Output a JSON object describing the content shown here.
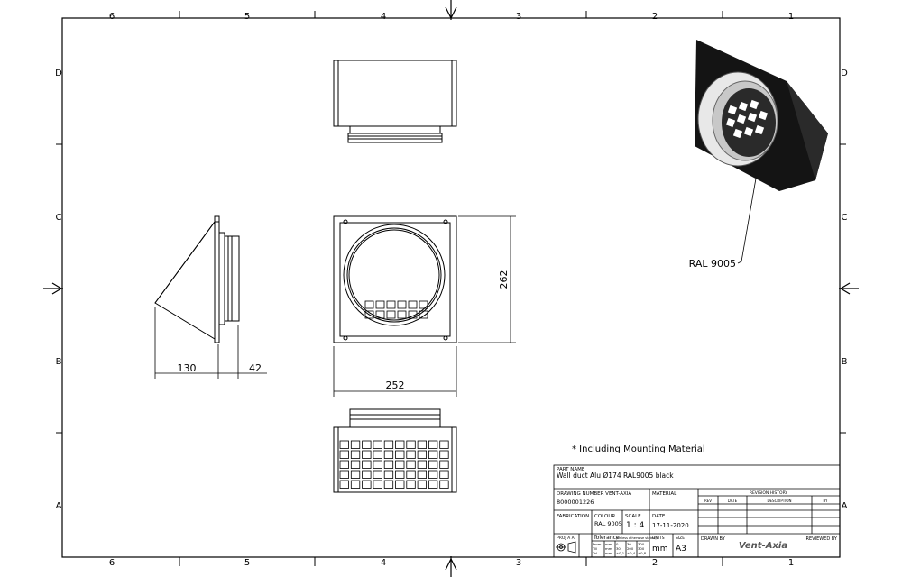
{
  "sheet": {
    "col_labels": [
      "6",
      "5",
      "4",
      "3",
      "2",
      "1"
    ],
    "row_labels": [
      "D",
      "C",
      "B",
      "A"
    ]
  },
  "dimensions": {
    "side_depth": "130",
    "side_spigot": "42",
    "front_height": "262",
    "front_width": "252"
  },
  "callout": {
    "colour": "RAL 9005"
  },
  "note": "* Including Mounting Material",
  "title_block": {
    "part_name_label": "PART NAME",
    "part_name": "Wall duct Alu Ø174 RAL9005 black",
    "drawing_number_label": "DRAWING NUMBER VENT-AXIA",
    "drawing_number": "8000001226",
    "material_label": "MATERIAL",
    "material": "",
    "fabrication_label": "FABRICATION",
    "colour_label": "COLOUR",
    "colour": "RAL 9005",
    "scale_label": "SCALE",
    "scale": "1 : 4",
    "date_label": "DATE",
    "date": "17-11-2020",
    "projection_label": "PROJ A A",
    "tolerance_label": "Tolerance",
    "tolerance_note": "(Unless otherwise stated)",
    "tol_col1": [
      "From",
      "Till",
      "Tol."
    ],
    "tol_col2": [
      "mm",
      "mm",
      "mm"
    ],
    "tol_col3": [
      "0",
      "30",
      "±0,1"
    ],
    "tol_col4": [
      "30",
      "200",
      "±0,4"
    ],
    "tol_col5": [
      "300",
      "300",
      "±0,8"
    ],
    "tol_ang": [
      "Ang.",
      "±1°"
    ],
    "units_label": "UNITS",
    "units": "mm",
    "size_label": "SIZE",
    "size": "A3",
    "drawn_by_label": "DRAWN BY",
    "reviewed_by_label": "REVIEWED BY",
    "brand": "Vent-Axia",
    "revision_history_label": "REVISION HISTORY",
    "rev_cols": [
      "REV",
      "DATE",
      "DESCRIPTION",
      "BY"
    ]
  }
}
